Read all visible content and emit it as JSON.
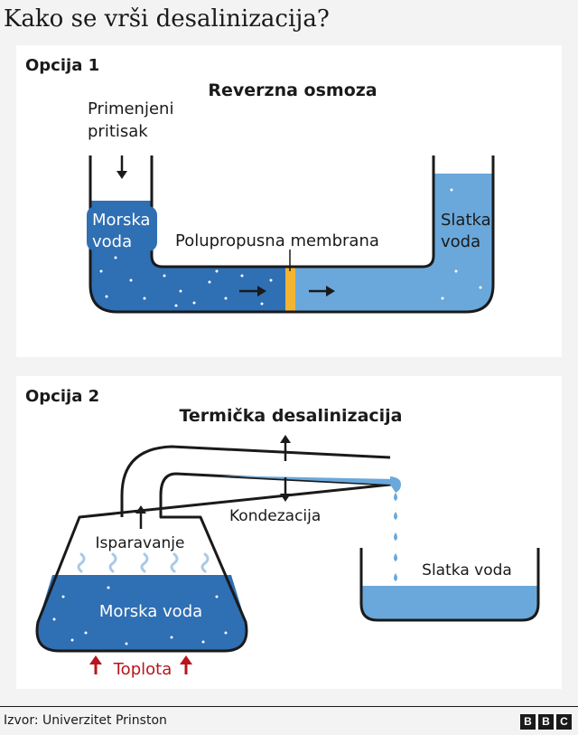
{
  "title": "Kako se vrši desalinizacija?",
  "option1": {
    "label": "Opcija 1",
    "heading": "Reverzna osmoza",
    "pressure_label_line1": "Primenjeni",
    "pressure_label_line2": "pritisak",
    "seawater_line1": "Morska",
    "seawater_line2": "voda",
    "membrane_label": "Polupropusna membrana",
    "freshwater_line1": "Slatka",
    "freshwater_line2": "voda"
  },
  "option2": {
    "label": "Opcija 2",
    "heading": "Termička desalinizacija",
    "evaporation_label": "Isparavanje",
    "condensation_label": "Kondezacija",
    "seawater_label": "Morska voda",
    "freshwater_label": "Slatka voda",
    "heat_label": "Toplota"
  },
  "colors": {
    "seawater": "#2f6fb3",
    "freshwater": "#6aa8db",
    "membrane": "#f2b533",
    "heat": "#b8151c",
    "steam": "#a9c9e6"
  },
  "footer": {
    "source": "Izvor: Univerzitet Prinston",
    "logo_letters": [
      "B",
      "B",
      "C"
    ]
  }
}
